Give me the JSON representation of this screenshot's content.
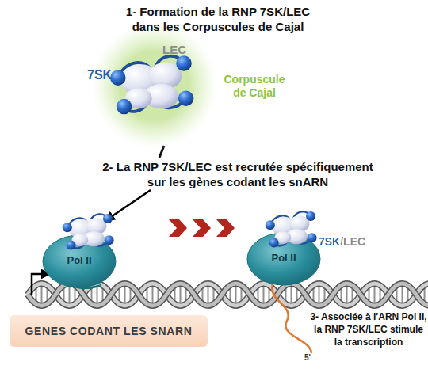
{
  "diagram": {
    "nodes": [
      {
        "text": [
          "Corpuscule de Cajal"
        ]
      },
      {
        "text": [
          "Pol II"
        ]
      },
      {
        "text": [
          "Pol II"
        ]
      },
      {
        "text": [
          "GENES CODANT LES SNARN"
        ]
      }
    ],
    "edges": [
      {
        "from": 1,
        "to": 2,
        "arrow": "to"
      }
    ],
    "labels": [
      "1- Formation de la RNP 7SK/LEC dans les Corpuscules de Cajal",
      "LEC",
      "7SK",
      "2- La RNP 7SK/LEC est recrutée spécifiquement sur les gènes codant les snARN",
      "7SK/LEC",
      "5'",
      "3- Associée à l'ARN Pol II, la RNP 7SK/LEC stimule la transcription"
    ]
  }
}
